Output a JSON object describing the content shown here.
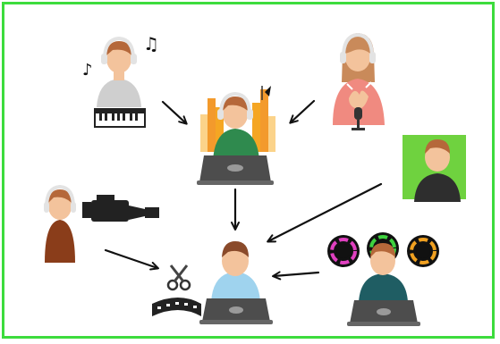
{
  "diagram": {
    "border_color": "#3ddc3d",
    "nodes": [
      {
        "id": "pianist",
        "icon": "keyboard-musician"
      },
      {
        "id": "singer",
        "icon": "podcast-singer"
      },
      {
        "id": "audio-mixer",
        "icon": "audio-mixing-laptop"
      },
      {
        "id": "greenscreen-actor",
        "icon": "green-screen-actor"
      },
      {
        "id": "camera-operator",
        "icon": "video-camera-operator"
      },
      {
        "id": "color-grader",
        "icon": "color-grading-laptop"
      },
      {
        "id": "video-editor",
        "icon": "video-editing-laptop"
      }
    ],
    "edges": [
      {
        "from": "pianist",
        "to": "audio-mixer"
      },
      {
        "from": "singer",
        "to": "audio-mixer"
      },
      {
        "from": "audio-mixer",
        "to": "video-editor"
      },
      {
        "from": "greenscreen-actor",
        "to": "video-editor"
      },
      {
        "from": "camera-operator",
        "to": "video-editor"
      },
      {
        "from": "color-grader",
        "to": "video-editor"
      }
    ],
    "colors": {
      "skin": "#f3c39c",
      "hair": "#b5683a",
      "headphones": "#e3e3e3",
      "green_screen": "#6fd23f",
      "mixer_bars": "#f39a2c",
      "laptop": "#4d4d4d"
    }
  }
}
